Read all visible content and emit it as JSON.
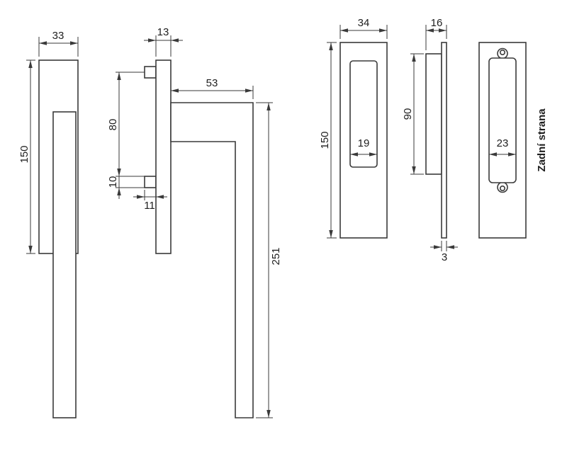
{
  "drawing": {
    "front_view": {
      "width": "33",
      "plate_height": "150"
    },
    "side_view": {
      "plate_width": "13",
      "pin_spacing": "80",
      "pin_height": "10",
      "pin_width": "11",
      "neck_length": "53",
      "handle_height": "251"
    },
    "plate_front_view": {
      "width": "34",
      "height": "150",
      "recess_width": "19"
    },
    "plate_side_view": {
      "width": "16",
      "raised_height": "90",
      "plate_thickness": "3"
    },
    "plate_back_view": {
      "insert_width": "23",
      "label": "Zadní strana"
    }
  }
}
